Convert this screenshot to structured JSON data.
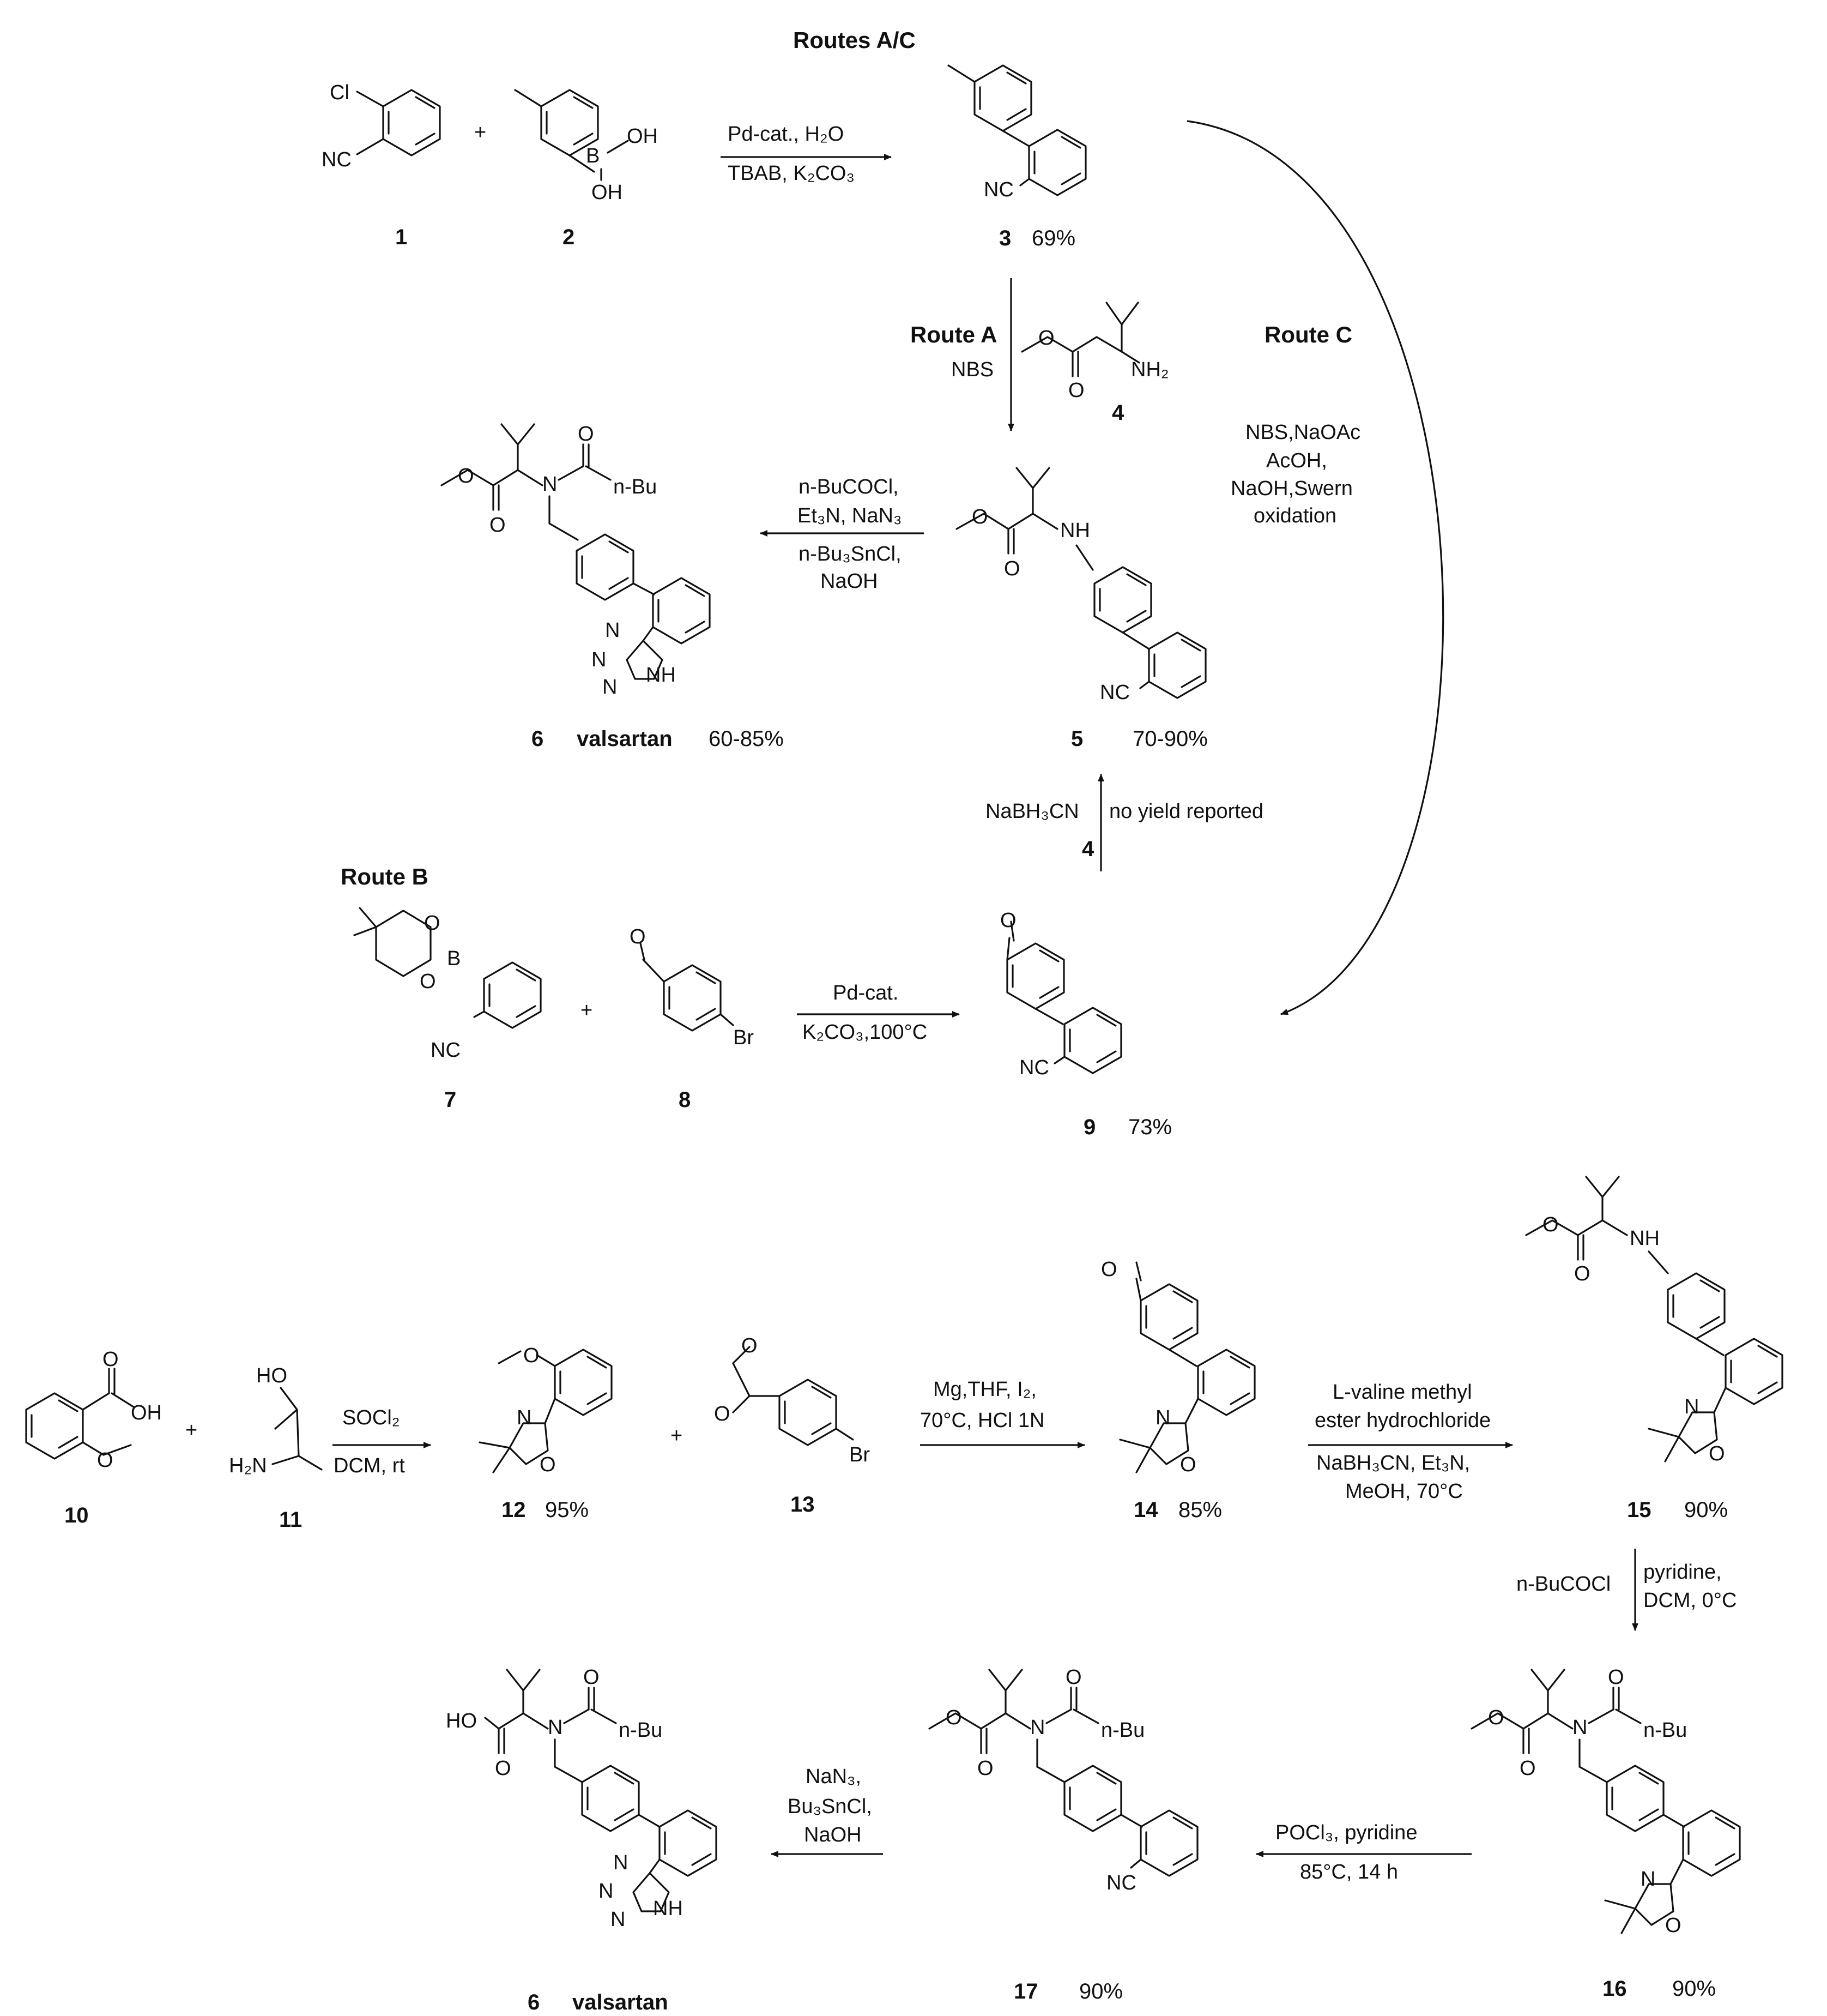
{
  "scheme": {
    "row1": {
      "routes_ac_label": "Routes A/C",
      "cmpd1": {
        "id": "1",
        "atoms": [
          "Cl",
          "NC"
        ]
      },
      "plus1": "+",
      "cmpd2": {
        "id": "2",
        "atoms": [
          "B",
          "OH",
          "OH"
        ]
      },
      "step1_cond": [
        "Pd-cat., H₂O",
        "TBAB, K₂CO₃"
      ],
      "cmpd3": {
        "id": "3",
        "yield": "69%",
        "atoms": [
          "NC"
        ]
      }
    },
    "route_a": {
      "label": "Route A",
      "reagent": "NBS",
      "cmpd4": {
        "id": "4",
        "atoms": [
          "O",
          "O",
          "NH₂"
        ]
      }
    },
    "route_c": {
      "label": "Route C",
      "cond": [
        "NBS,NaOAc",
        "AcOH,",
        "NaOH,Swern",
        "oxidation"
      ]
    },
    "cmpd5": {
      "id": "5",
      "yield": "70-90%",
      "atoms": [
        "O",
        "O",
        "NH",
        "NC"
      ]
    },
    "step5to6_cond": [
      "n-BuCOCl,",
      "Et₃N, NaN₃",
      "n-Bu₃SnCl,",
      "NaOH"
    ],
    "cmpd6a": {
      "id": "6",
      "name": "valsartan",
      "yield": "60-85%",
      "atoms": [
        "O",
        "O",
        "N",
        "O",
        "n-Bu",
        "N",
        "N",
        "N",
        "NH"
      ]
    },
    "step9to5": {
      "reagent": "NaBH₃CN",
      "reagent2": "4",
      "note": "no yield reported"
    },
    "route_b": {
      "label": "Route B",
      "cmpd7": {
        "id": "7",
        "atoms": [
          "O",
          "B",
          "O",
          "NC"
        ]
      },
      "plus": "+",
      "cmpd8": {
        "id": "8",
        "atoms": [
          "O",
          "Br"
        ]
      },
      "cond": [
        "Pd-cat.",
        "K₂CO₃,100°C"
      ],
      "cmpd9": {
        "id": "9",
        "yield": "73%",
        "atoms": [
          "O",
          "NC"
        ]
      }
    },
    "row2": {
      "cmpd10": {
        "id": "10",
        "atoms": [
          "O",
          "OH",
          "O"
        ]
      },
      "plus1": "+",
      "cmpd11": {
        "id": "11",
        "atoms": [
          "HO",
          "H₂N"
        ]
      },
      "cond1": [
        "SOCl₂",
        "DCM, rt"
      ],
      "cmpd12": {
        "id": "12",
        "yield": "95%",
        "atoms": [
          "O",
          "N",
          "O"
        ]
      },
      "plus2": "+",
      "cmpd13": {
        "id": "13",
        "atoms": [
          "O",
          "O",
          "Br"
        ]
      },
      "cond2": [
        "Mg,THF, I₂,",
        "70°C, HCl 1N"
      ],
      "cmpd14": {
        "id": "14",
        "yield": "85%",
        "atoms": [
          "O",
          "N",
          "O"
        ]
      },
      "cond3": [
        "L-valine methyl",
        "ester hydrochloride",
        "NaBH₃CN, Et₃N,",
        "MeOH, 70°C"
      ],
      "cmpd15": {
        "id": "15",
        "yield": "90%",
        "atoms": [
          "O",
          "O",
          "NH",
          "N",
          "O"
        ]
      }
    },
    "step15to16": {
      "reagent": "n-BuCOCl",
      "cond": [
        "pyridine,",
        "DCM, 0°C"
      ]
    },
    "row3": {
      "cmpd16": {
        "id": "16",
        "yield": "90%",
        "atoms": [
          "O",
          "O",
          "N",
          "O",
          "n-Bu",
          "N",
          "O"
        ]
      },
      "cond16to17": [
        "POCl₃, pyridine",
        "85°C, 14 h"
      ],
      "cmpd17": {
        "id": "17",
        "yield": "90%",
        "atoms": [
          "O",
          "O",
          "N",
          "O",
          "n-Bu",
          "NC"
        ]
      },
      "cond17to6": [
        "NaN₃,",
        "Bu₃SnCl,",
        "NaOH"
      ],
      "cmpd6b": {
        "id": "6",
        "name": "valsartan",
        "atoms": [
          "HO",
          "O",
          "N",
          "O",
          "n-Bu",
          "N",
          "N",
          "N",
          "NH"
        ]
      }
    }
  }
}
